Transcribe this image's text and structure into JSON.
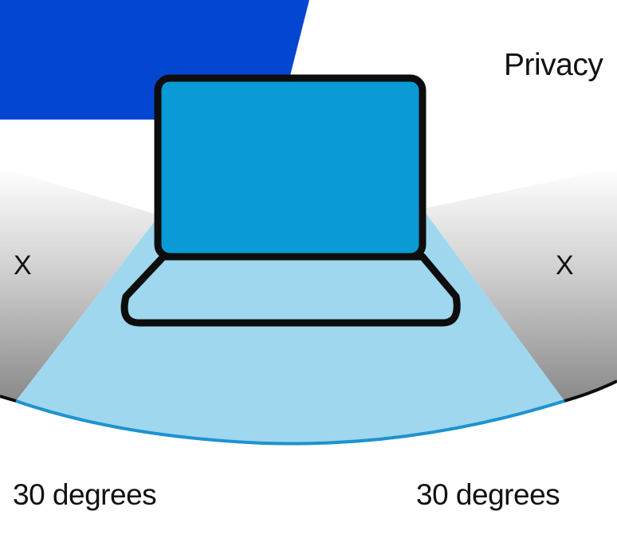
{
  "labels": {
    "privacy": "Privacy",
    "x_left": "X",
    "x_right": "X",
    "angle_left": "30 degrees",
    "angle_right": "30 degrees"
  },
  "colors": {
    "blue_banner": "#0346d2",
    "laptop_screen": "#0a9ad5",
    "viewing_cone": "#9ed7ee",
    "arc_line": "#1e92d0",
    "outline": "#0d0d0d",
    "blocked_zone_dark": "#8e8e8e"
  },
  "icons": {
    "laptop": "laptop-icon"
  }
}
